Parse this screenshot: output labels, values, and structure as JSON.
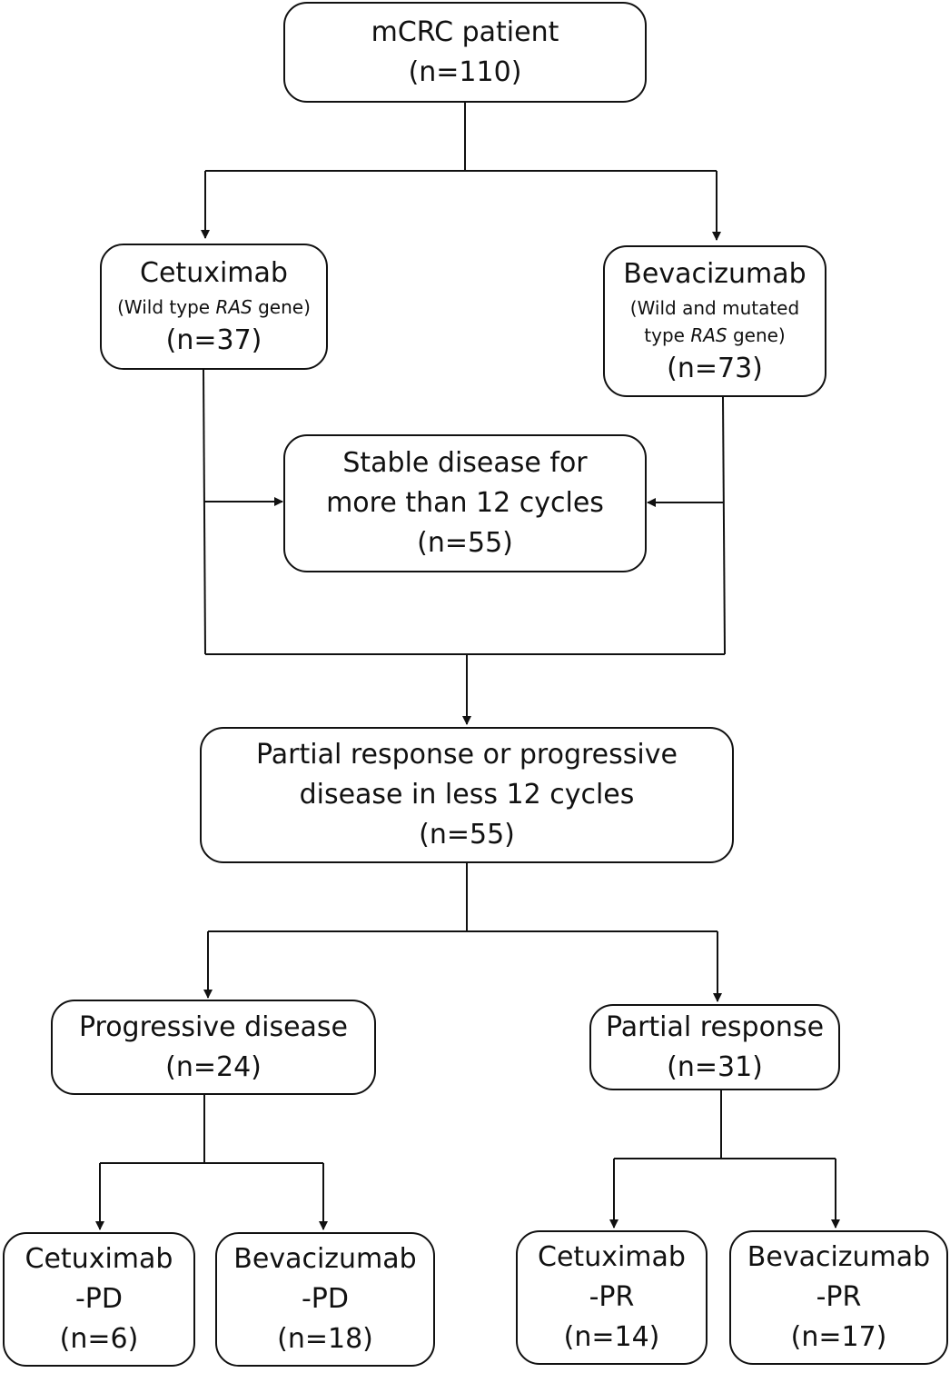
{
  "nodes": {
    "root": {
      "title": "mCRC patient",
      "count": "(n=110)"
    },
    "cetuximab": {
      "title": "Cetuximab",
      "note_pre": "(Wild type ",
      "note_em": "RAS",
      "note_post": " gene)",
      "count": "(n=37)"
    },
    "bevacizumab": {
      "title": "Bevacizumab",
      "note_line1": "(Wild and mutated",
      "note_pre": "type ",
      "note_em": "RAS",
      "note_post": " gene)",
      "count": "(n=73)"
    },
    "stable": {
      "line1": "Stable disease for",
      "line2": "more than 12 cycles",
      "count": "(n=55)"
    },
    "partial_or_progressive": {
      "line1": "Partial response or progressive",
      "line2": "disease in less 12 cycles",
      "count": "(n=55)"
    },
    "progressive": {
      "title": "Progressive disease",
      "count": "(n=24)"
    },
    "partial": {
      "title": "Partial response",
      "count": "(n=31)"
    },
    "cetuximab_pd": {
      "title": "Cetuximab",
      "suffix": "-PD",
      "count": "(n=6)"
    },
    "bevacizumab_pd": {
      "title": "Bevacizumab",
      "suffix": "-PD",
      "count": "(n=18)"
    },
    "cetuximab_pr": {
      "title": "Cetuximab",
      "suffix": "-PR",
      "count": "(n=14)"
    },
    "bevacizumab_pr": {
      "title": "Bevacizumab",
      "suffix": "-PR",
      "count": "(n=17)"
    }
  }
}
